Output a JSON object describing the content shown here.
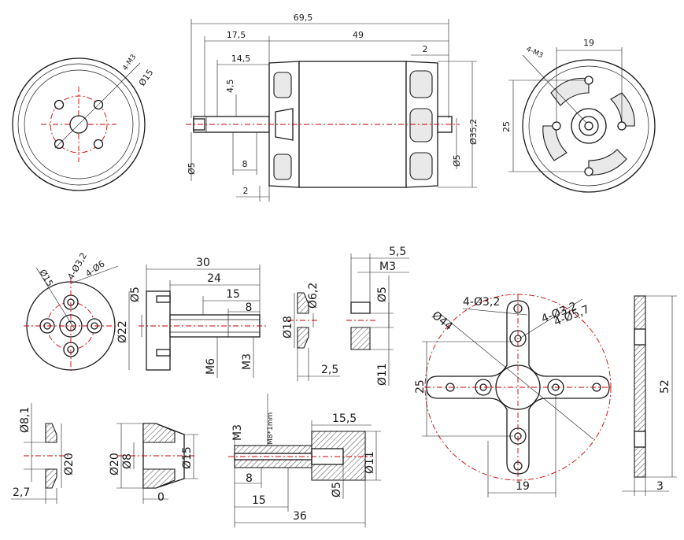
{
  "motor_side": {
    "overall_length": "69,5",
    "front_len": "17,5",
    "body_len": "49",
    "shaft_len": "14,5",
    "can_gap": "2",
    "flat_depth": "4,5",
    "flat_len": "8",
    "mount_gap": "2",
    "shaft_dia": "Ø5",
    "rear_shaft_dia": "Ø5",
    "body_dia": "Ø35,2"
  },
  "motor_front": {
    "holes": "4-M3",
    "bolt_circle": "Ø15"
  },
  "motor_back": {
    "holes": "4-M3",
    "width": "19",
    "height": "25"
  },
  "prop_adapter": {
    "bolt_circle": "Ø15",
    "holes_small": "4-Ø3,2",
    "holes_large": "4-Ø6",
    "len_total": "30",
    "len_24": "24",
    "len_15": "15",
    "len_8": "8",
    "dia_bore": "Ø5",
    "dia_flange": "Ø22",
    "thread_m6": "M6",
    "thread_m3": "M3"
  },
  "washer_a": {
    "inner": "Ø6,2",
    "outer": "Ø18",
    "thickness": "2,5"
  },
  "nut": {
    "width": "5,5",
    "thread": "M3",
    "bore": "Ø5",
    "outer": "Ø11"
  },
  "cross_mount": {
    "circle": "Ø44",
    "holes_small": "4-Ø3,2",
    "holes_a": "4-Ø3,2",
    "holes_b": "4-Ø5,7",
    "spacing_v": "25",
    "spacing_h": "19",
    "height": "52",
    "thickness": "3"
  },
  "washer_b": {
    "inner": "Ø8,1",
    "outer": "Ø20",
    "thickness": "2,7"
  },
  "collet": {
    "outer": "Ø20",
    "bore": "Ø8",
    "top": "Ø15",
    "gap": "0"
  },
  "shaft_adapter": {
    "thread_m3": "M3",
    "thread_m8": "M8*1mm",
    "len_15_5": "15,5",
    "dia_11": "Ø11",
    "dia_5": "Ø5",
    "len_8": "8",
    "len_15": "15",
    "len_36": "36"
  }
}
